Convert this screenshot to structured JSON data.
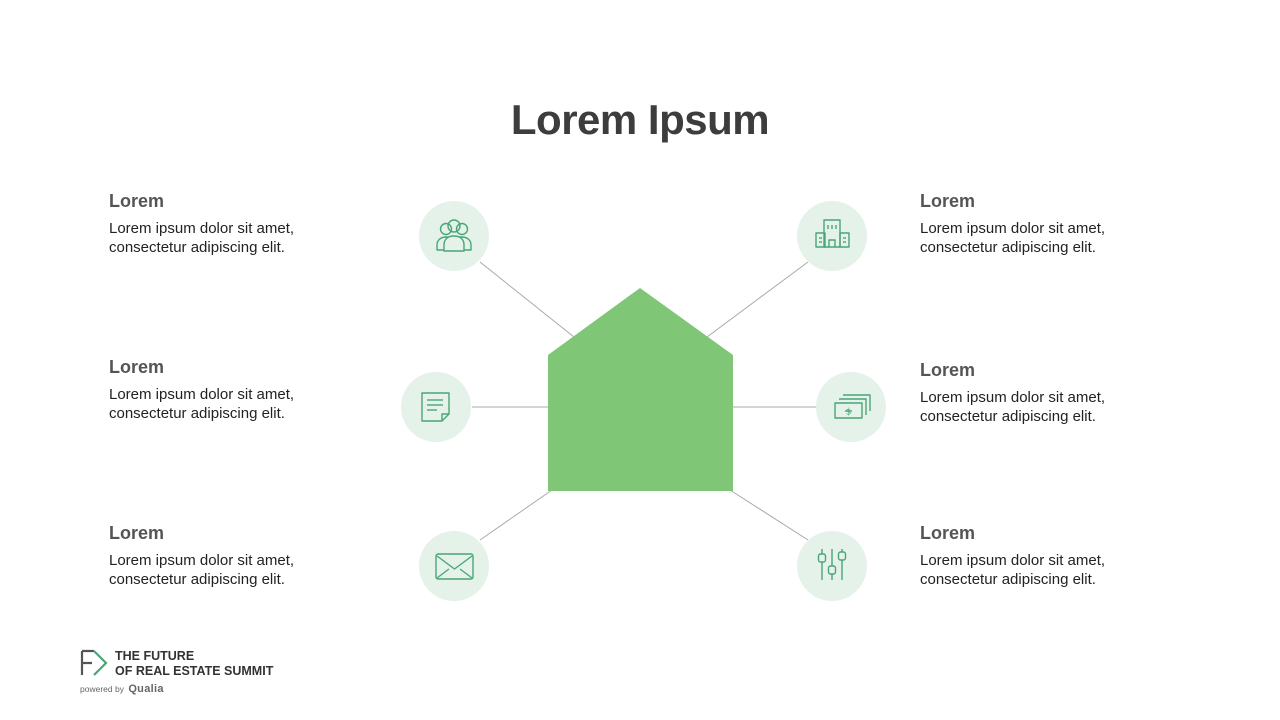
{
  "title": "Lorem Ipsum",
  "colors": {
    "house": "#7fc677",
    "icon_circle": "#e4f2ea",
    "icon_stroke": "#4aa576",
    "connector": "#a9a9a9",
    "title": "#3d3d3d"
  },
  "nodes": [
    {
      "heading": "Lorem",
      "line1": "Lorem ipsum dolor sit amet,",
      "line2": "consectetur adipiscing elit.",
      "icon": "people-icon"
    },
    {
      "heading": "Lorem",
      "line1": "Lorem ipsum dolor sit amet,",
      "line2": "consectetur adipiscing elit.",
      "icon": "document-icon"
    },
    {
      "heading": "Lorem",
      "line1": "Lorem ipsum dolor sit amet,",
      "line2": "consectetur adipiscing elit.",
      "icon": "envelope-icon"
    },
    {
      "heading": "Lorem",
      "line1": "Lorem ipsum dolor sit amet,",
      "line2": "consectetur adipiscing elit.",
      "icon": "buildings-icon"
    },
    {
      "heading": "Lorem",
      "line1": "Lorem ipsum dolor sit amet,",
      "line2": "consectetur adipiscing elit.",
      "icon": "money-icon"
    },
    {
      "heading": "Lorem",
      "line1": "Lorem ipsum dolor sit amet,",
      "line2": "consectetur adipiscing elit.",
      "icon": "sliders-icon"
    }
  ],
  "footer": {
    "line1": "THE FUTURE",
    "line2": "OF REAL ESTATE SUMMIT",
    "powered": "powered by",
    "brand": "Qualia"
  }
}
